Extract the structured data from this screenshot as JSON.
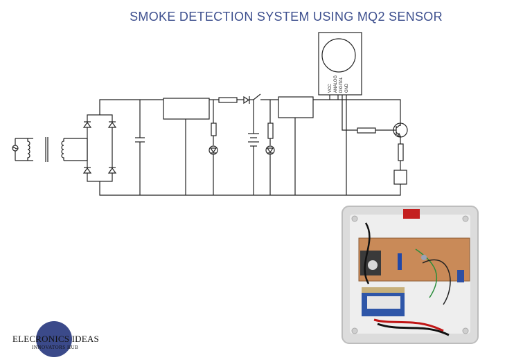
{
  "title": "SMOKE DETECTION SYSTEM USING MQ2 SENSOR",
  "sensor": {
    "pins": [
      "VCC",
      "ANALOG",
      "DIGITAL",
      "GND"
    ]
  },
  "logo": {
    "name": "ELECRONICS IDEAS",
    "tagline": "INNOVATORS HUB",
    "circle_color": "#3b4a8a"
  },
  "colors": {
    "title": "#3d4f8e",
    "wire": "#222222"
  }
}
